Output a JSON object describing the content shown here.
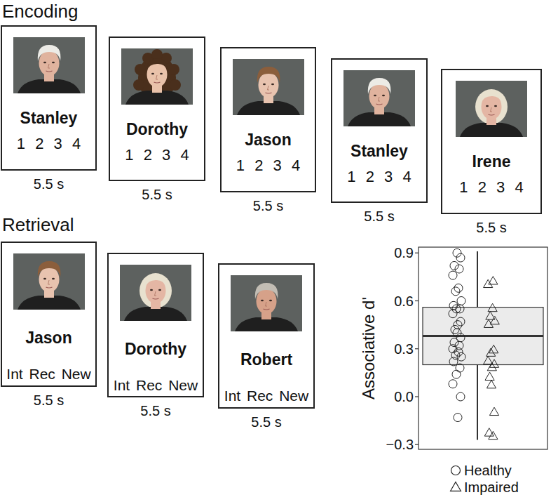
{
  "diagram": {
    "nodes": [
      {
        "text": [
          "Stanley",
          "1 2 3 4"
        ]
      },
      {
        "text": [
          "Dorothy",
          "1 2 3 4"
        ]
      },
      {
        "text": [
          "Jason",
          "1 2 3 4"
        ]
      },
      {
        "text": [
          "Stanley",
          "1 2 3 4"
        ]
      },
      {
        "text": [
          "Irene",
          "1 2 3 4"
        ]
      },
      {
        "text": [
          "Jason",
          "Int Rec New"
        ]
      },
      {
        "text": [
          "Dorothy",
          "Int Rec New"
        ]
      },
      {
        "text": [
          "Robert",
          "Int Rec New"
        ]
      }
    ],
    "labels": [
      "Encoding",
      "5.5 s",
      "5.5 s",
      "5.5 s",
      "5.5 s",
      "5.5 s",
      "Retrieval",
      "5.5 s",
      "5.5 s",
      "5.5 s",
      "Associative d'",
      "0.9",
      "0.6",
      "0.3",
      "0.0",
      "−0.3"
    ],
    "legend": [
      {
        "text": "Healthy"
      },
      {
        "text": "Impaired"
      }
    ]
  }
}
